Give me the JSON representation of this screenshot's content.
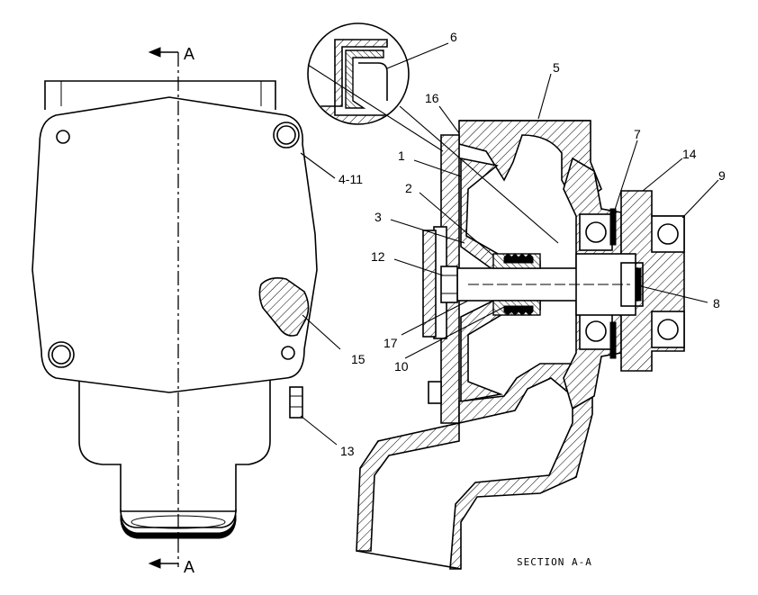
{
  "drawing": {
    "section_caption": "SECTION A-A",
    "section_mark_top": "A",
    "section_mark_bottom": "A",
    "callouts": [
      {
        "id": "c1",
        "text": "1"
      },
      {
        "id": "c2",
        "text": "2"
      },
      {
        "id": "c3",
        "text": "3"
      },
      {
        "id": "c4",
        "text": "4-11"
      },
      {
        "id": "c5",
        "text": "5"
      },
      {
        "id": "c6",
        "text": "6"
      },
      {
        "id": "c7",
        "text": "7"
      },
      {
        "id": "c8",
        "text": "8"
      },
      {
        "id": "c9",
        "text": "9"
      },
      {
        "id": "c10",
        "text": "10"
      },
      {
        "id": "c12",
        "text": "12"
      },
      {
        "id": "c13",
        "text": "13"
      },
      {
        "id": "c14",
        "text": "14"
      },
      {
        "id": "c15",
        "text": "15"
      },
      {
        "id": "c16",
        "text": "16"
      },
      {
        "id": "c17",
        "text": "17"
      }
    ]
  }
}
